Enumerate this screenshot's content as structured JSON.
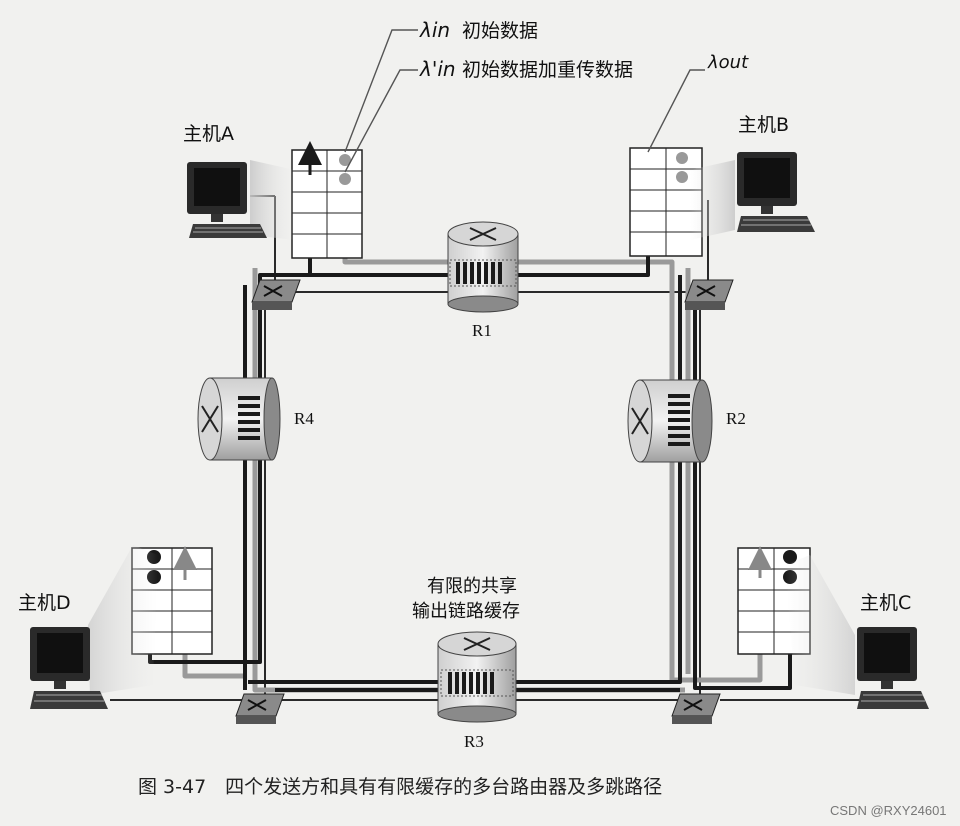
{
  "legend": {
    "lambda_in_symbol": "λin",
    "lambda_in_text": "初始数据",
    "lambda_in_prime_symbol": "λ'in",
    "lambda_in_prime_text": "初始数据加重传数据",
    "lambda_out_symbol": "λout"
  },
  "hosts": {
    "a": "主机A",
    "b": "主机B",
    "c": "主机C",
    "d": "主机D"
  },
  "routers": {
    "r1": "R1",
    "r2": "R2",
    "r3": "R3",
    "r4": "R4"
  },
  "annotation": {
    "line1": "有限的共享",
    "line2": "输出链路缓存"
  },
  "caption": "图 3-47　四个发送方和具有有限缓存的多台路由器及多跳路径",
  "watermark": "CSDN @RXY24601",
  "colors": {
    "thick_path": "#1a1a1a",
    "gray_path": "#9a9a9a",
    "background": "#f1f1ef"
  }
}
